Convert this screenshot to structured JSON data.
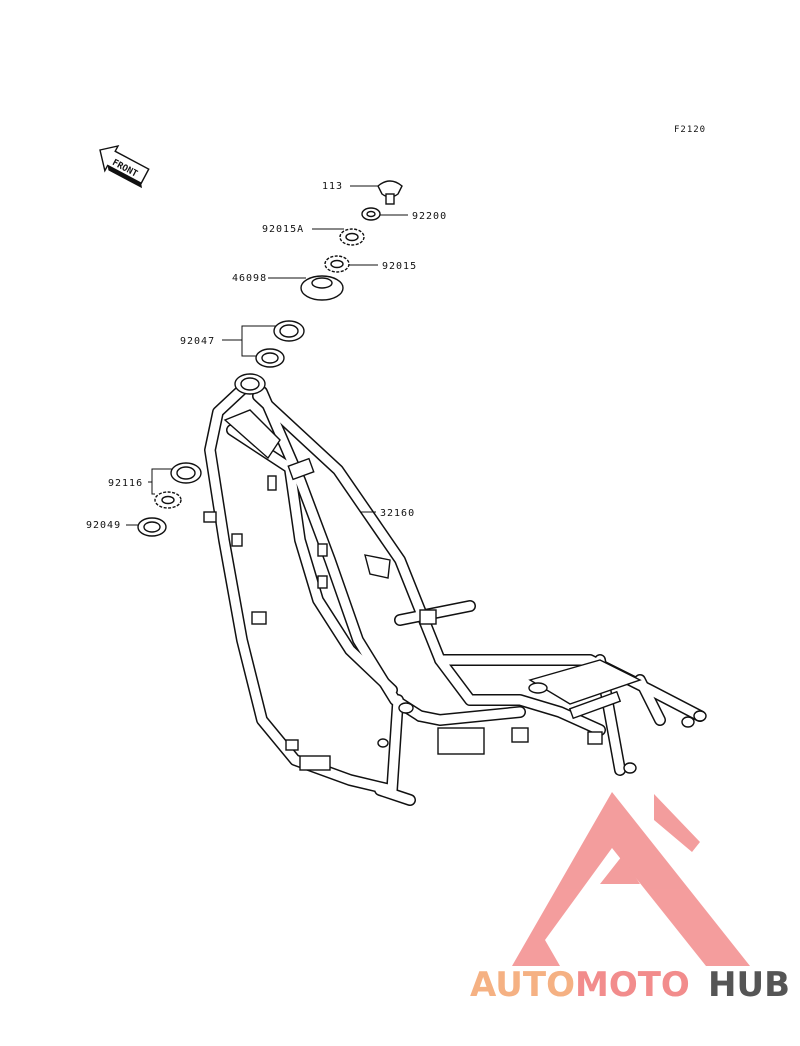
{
  "diagram": {
    "reference_code": "F2120",
    "front_arrow_label": "FRONT",
    "part_labels": {
      "p113": "113",
      "p92200": "92200",
      "p92015A": "92015A",
      "p92015": "92015",
      "p46098": "46098",
      "p92047": "92047",
      "p92116": "92116",
      "p92049": "92049",
      "p32160": "32160"
    }
  },
  "watermark": {
    "part_auto": "AUTO",
    "part_moto": "MOTO",
    "part_hub": "HUB",
    "colors": {
      "auto": "#F5B183",
      "moto": "#F28C8C",
      "hub": "#555555",
      "logo": "#F28C8C"
    }
  }
}
